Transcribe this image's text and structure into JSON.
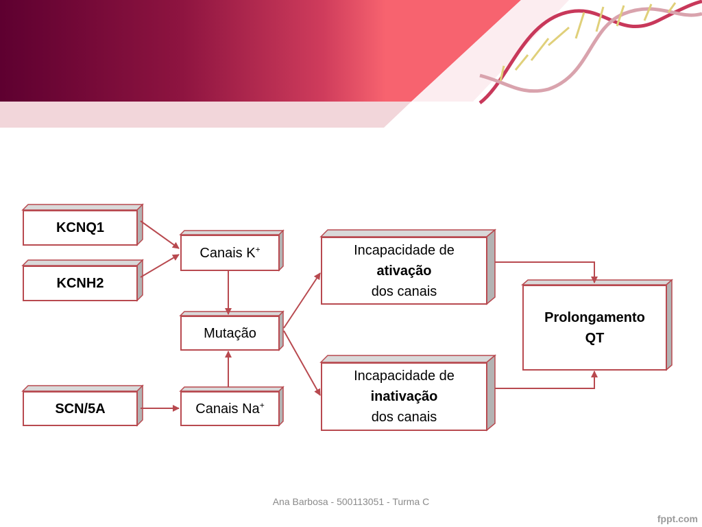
{
  "diagram": {
    "genes": {
      "kcnq1": "KCNQ1",
      "kcnh2": "KCNH2",
      "scn5a": "SCN/5A"
    },
    "channels": {
      "k_prefix": "Canais K",
      "k_sup": "+",
      "na_prefix": "Canais Na",
      "na_sup": "+"
    },
    "mutation": "Mutação",
    "activation": {
      "line1": "Incapacidade de",
      "line2": "ativação",
      "line3": "dos canais"
    },
    "inactivation": {
      "line1": "Incapacidade de",
      "line2": "inativação",
      "line3": "dos canais"
    },
    "outcome": {
      "line1": "Prolongamento",
      "line2": "QT"
    }
  },
  "footer": {
    "author": "Ana Barbosa -  500113051 -  Turma C",
    "brand": "fppt.com"
  },
  "colors": {
    "box_border": "#b8494f",
    "arrow": "#b8494f",
    "box_side": "#b3b3b3",
    "header_dark": "#5e0030",
    "header_mid": "#c8385a",
    "header_light": "#f7636f"
  }
}
